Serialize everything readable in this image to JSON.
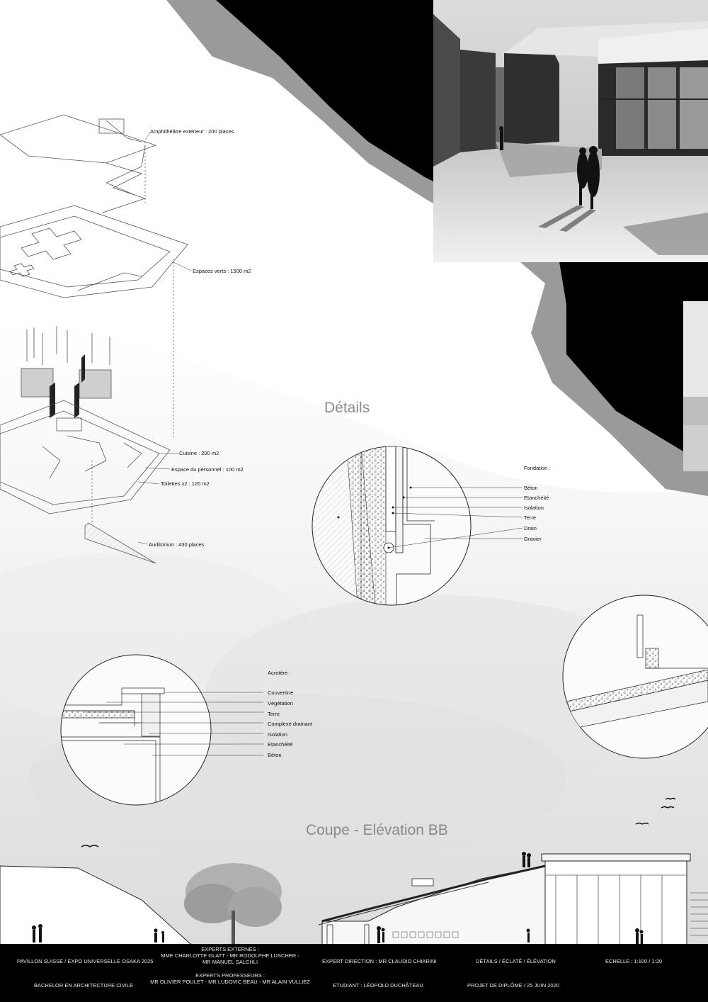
{
  "sections": {
    "details_title": "Détails",
    "section_title": "Coupe - Elévation BB"
  },
  "exploded": {
    "labels": [
      "Amphithéâtre extérieur : 200 places",
      "Espaces verts : 1500 m2",
      "Cuisine : 200 m2",
      "Espace du personnel : 100 m2",
      "Toilettes x2 : 120 m2",
      "Auditorium : 430 places"
    ]
  },
  "foundation_detail": {
    "heading": "Fondation :",
    "layers": [
      "Béton",
      "Etanchéité",
      "Isolation",
      "Terre",
      "Drain",
      "Gravier"
    ]
  },
  "acroterion_detail": {
    "heading": "Acrotère :",
    "layers": [
      "Couvertine",
      "Végétation",
      "Terre",
      "Complexe drainant",
      "Isolation",
      "Etanchéité",
      "Béton"
    ]
  },
  "footer": {
    "project": "PAVILLON SUISSE / EXPO UNIVERSELLE OSAKA 2025",
    "degree": "BACHELOR EN ARCHITECTURE CIVILE",
    "external_title": "EXPERTS EXTERNES :",
    "external_line1": "MME CHARLOTTE GLATT - MR RODOLPHE LUSCHER -",
    "external_line2": "MR MANUEL SALCHLI",
    "professors_title": "EXPERTS PROFESSEURS :",
    "professors_line1": "MR OLIVIER POULET - MR LUDOVIC BEAU - MR ALAIN VULLIEZ",
    "direction": "EXPERT DIRECTION : MR CLAUDIO CHIARINI",
    "student": "ETUDIANT : LÉOPOLD DUCHÂTEAU",
    "content": "DÉTAILS / ÉCLATÉ / ÉLÉVATION",
    "diploma": "PROJET DE DIPLÔME / 25 JUIN 2020",
    "scale": "ECHELLE : 1:100 / 1:20"
  },
  "colors": {
    "black": "#000000",
    "band_grey": "#9a9a9a",
    "title_grey": "#8a8a8a",
    "wash_grey": "#e9e9e9"
  }
}
